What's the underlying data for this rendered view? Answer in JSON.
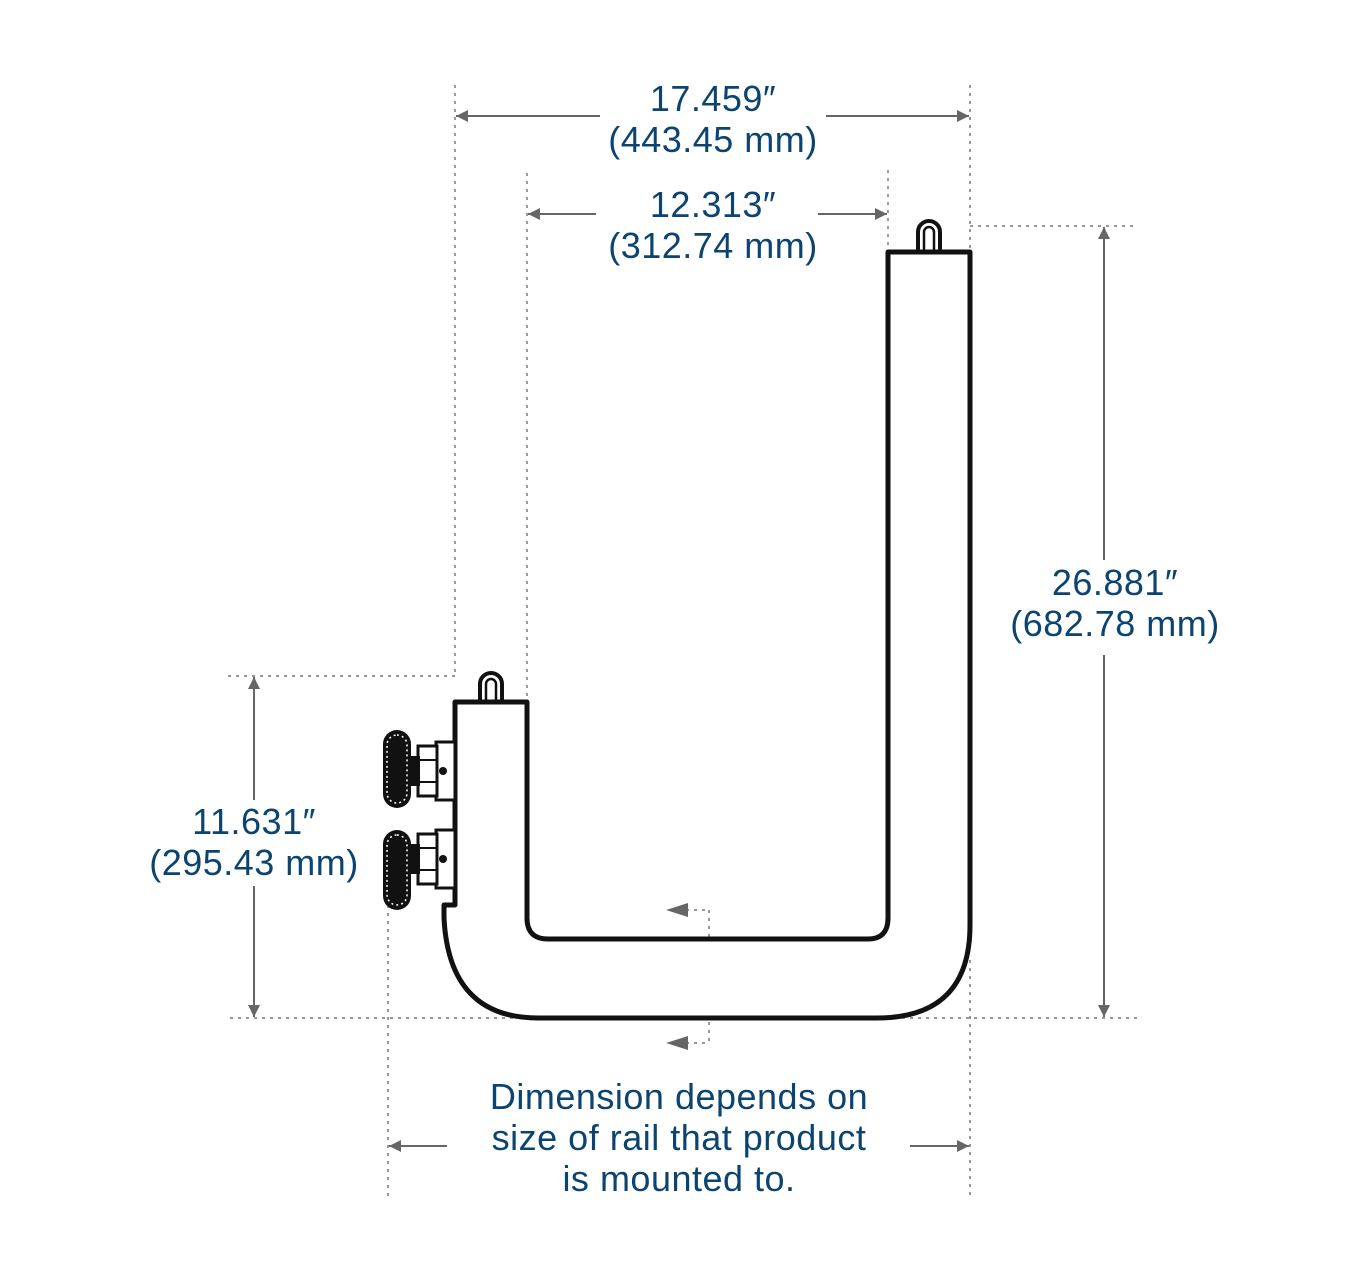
{
  "colors": {
    "text": "#0b4470",
    "outline": "#111111",
    "dimension_line": "#666666",
    "guide": "#777777"
  },
  "dimensions": {
    "overall_width": {
      "inches": "17.459″",
      "mm": "(443.45 mm)"
    },
    "inner_width": {
      "inches": "12.313″",
      "mm": "(312.74 mm)"
    },
    "overall_height": {
      "inches": "26.881″",
      "mm": "(682.78 mm)"
    },
    "short_leg_height": {
      "inches": "11.631″",
      "mm": "(295.43 mm)"
    }
  },
  "note": {
    "line1": "Dimension depends on",
    "line2": "size of rail that product",
    "line3": "is mounted to."
  }
}
